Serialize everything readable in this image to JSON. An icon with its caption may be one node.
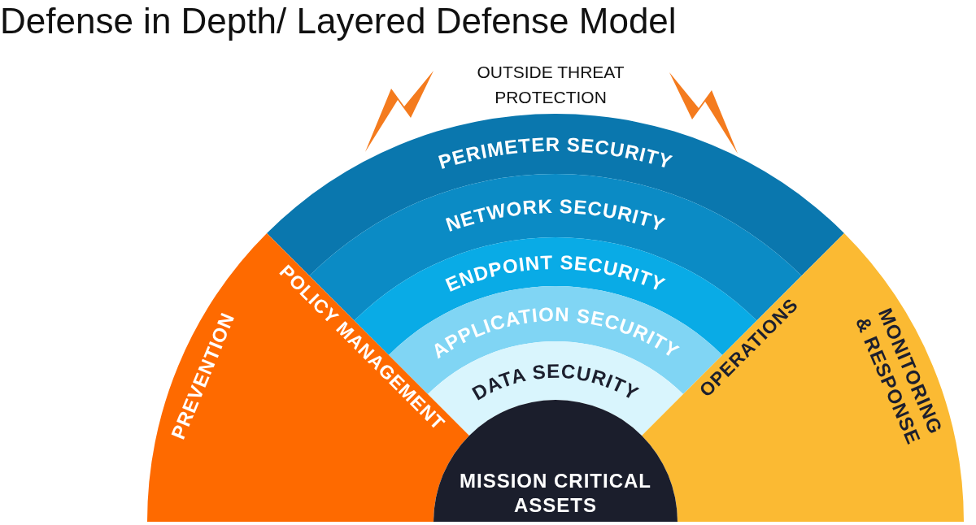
{
  "diagram": {
    "title": "Defense in Depth/ Layered Defense Model",
    "nodes": [
      {
        "text": [
          "PERIMETER SECURITY"
        ]
      },
      {
        "text": [
          "NETWORK SECURITY"
        ]
      },
      {
        "text": [
          "ENDPOINT SECURITY"
        ]
      },
      {
        "text": [
          "APPLICATION SECURITY"
        ]
      },
      {
        "text": [
          "DATA SECURITY"
        ]
      },
      {
        "text": [
          "PREVENTION",
          "POLICY MANAGEMENT"
        ]
      },
      {
        "text": [
          "OPERATIONS",
          "MONITORING & RESPONSE"
        ]
      },
      {
        "text": [
          "MISSION CRITICAL ASSETS"
        ]
      }
    ],
    "labels": [
      "OUTSIDE THREAT PROTECTION"
    ]
  }
}
